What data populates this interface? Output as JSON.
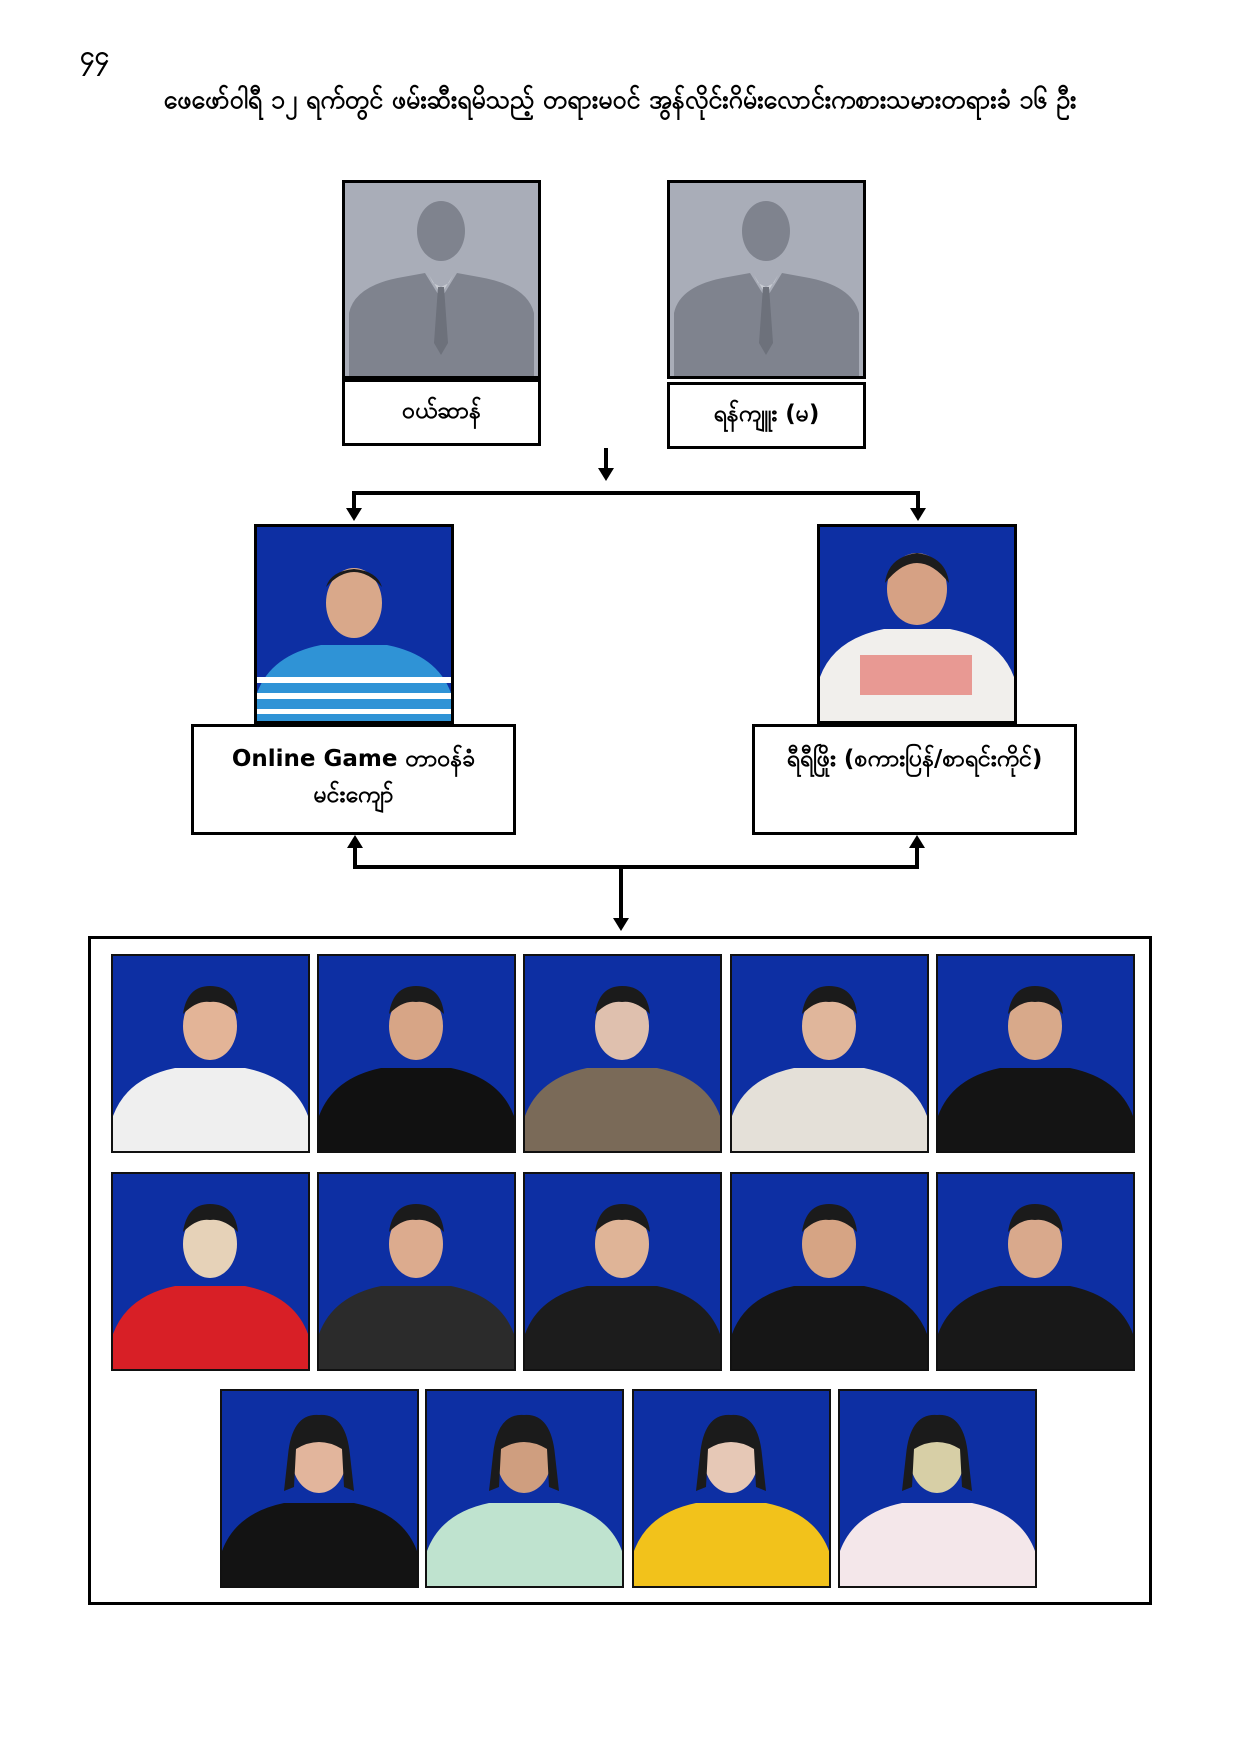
{
  "page_number": "၄၄",
  "title": "ဖေဖော်ဝါရီ ၁၂ ရက်တွင် ဖမ်းဆီးရမိသည့် တရားမဝင် အွန်လိုင်းဂိမ်းလောင်းကစားသမားတရားခံ ၁၆ ဦး",
  "top_persons": [
    {
      "name": "ဝယ်ဆာန်"
    },
    {
      "name": "ရန်ကျူး (မ)"
    }
  ],
  "middle_persons": [
    {
      "line1": "Online Game တာဝန်ခံ",
      "line2": "မင်းကျော်"
    },
    {
      "line1": "ရီရီဖြိုး (စကားပြန်/စာရင်းကိုင်)",
      "line2": ""
    }
  ],
  "group": {
    "row_counts": [
      5,
      5,
      4
    ]
  },
  "colors": {
    "backdrop_blue": "#0d2fa3",
    "silhouette_bg": "#a9adb8",
    "silhouette_figure": "#7f838e"
  }
}
